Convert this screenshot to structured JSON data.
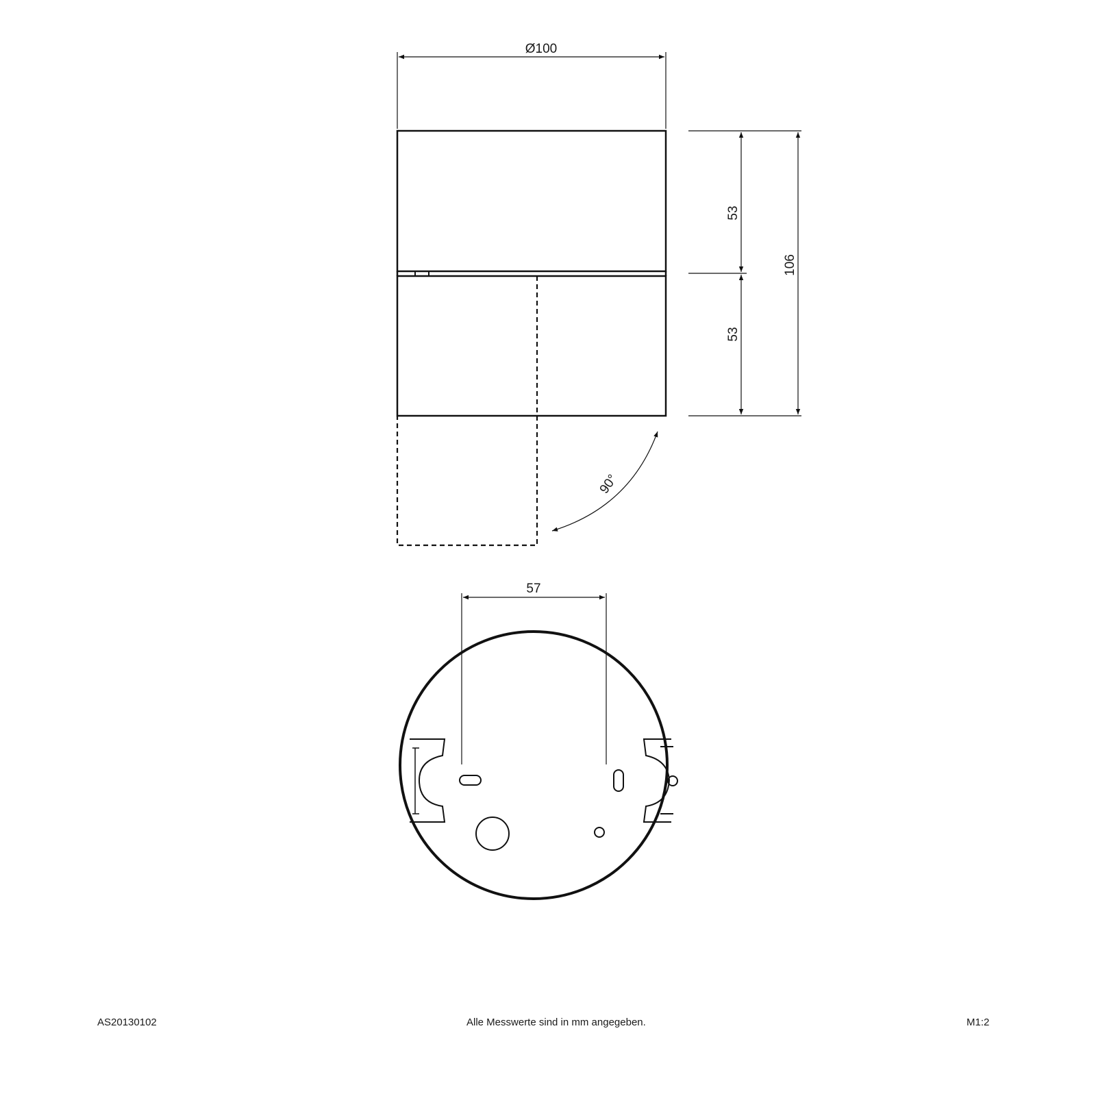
{
  "dimensions": {
    "diameter": "Ø100",
    "upper_height": "53",
    "lower_height": "53",
    "total_height": "106",
    "rotation_angle": "90°",
    "hole_spacing": "57"
  },
  "footer": {
    "drawing_number": "AS20130102",
    "note": "Alle Messwerte sind in mm angegeben.",
    "scale": "M1:2"
  },
  "colors": {
    "line": "#111111",
    "background": "#ffffff"
  }
}
